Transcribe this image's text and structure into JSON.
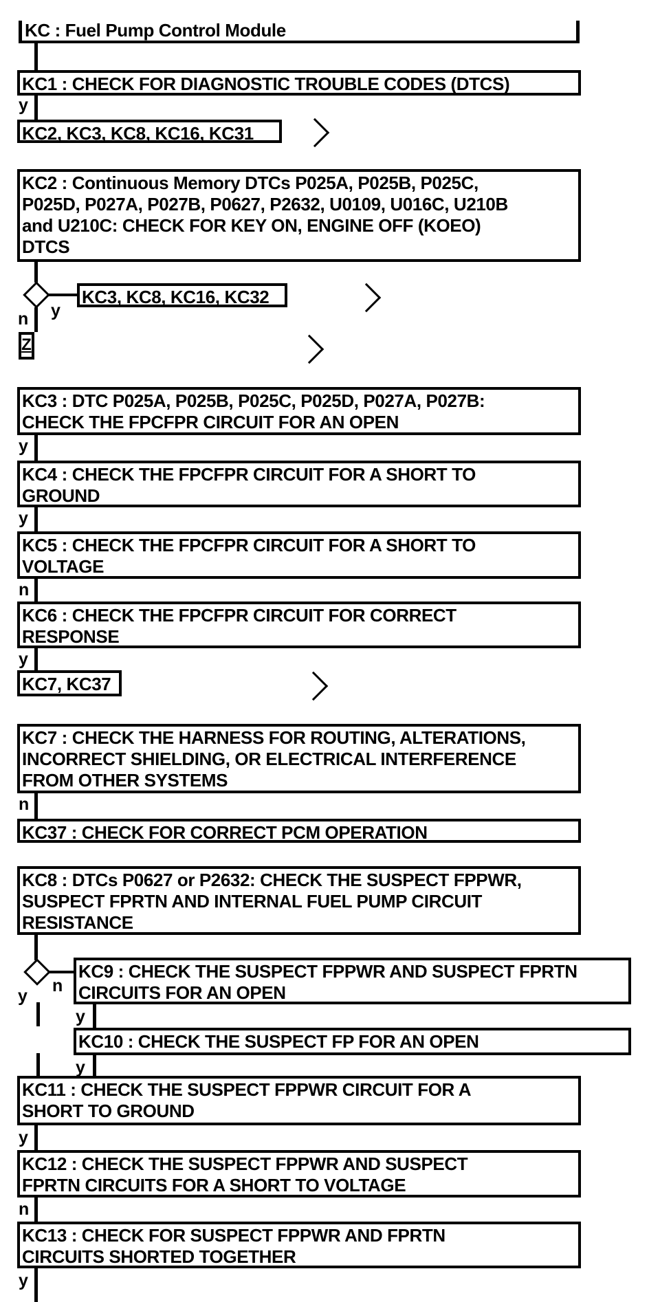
{
  "colors": {
    "ink": "#000000",
    "paper": "#ffffff"
  },
  "icons": {
    "continue_arrow": "chevron-right",
    "decision": "diamond"
  },
  "branch": {
    "yes": "y",
    "no": "n"
  },
  "offpage": {
    "z": "Z"
  },
  "title": {
    "label": "KC : Fuel Pump Control Module"
  },
  "nodes": {
    "kc1": {
      "label": "KC1 : CHECK FOR DIAGNOSTIC TROUBLE CODES (DTCS)"
    },
    "list1": {
      "label": "KC2, KC3, KC8, KC16, KC31"
    },
    "kc2": {
      "label": [
        "KC2 : Continuous Memory DTCs P025A, P025B, P025C,",
        "P025D, P027A, P027B, P0627, P2632, U0109, U016C, U210B",
        "and U210C: CHECK FOR KEY ON, ENGINE OFF (KOEO)",
        "DTCS"
      ]
    },
    "list2": {
      "label": "KC3, KC8, KC16, KC32"
    },
    "kc3": {
      "label": [
        "KC3 : DTC P025A, P025B, P025C, P025D, P027A, P027B:",
        "CHECK THE FPCFPR CIRCUIT FOR AN OPEN"
      ]
    },
    "kc4": {
      "label": [
        "KC4 : CHECK THE FPCFPR CIRCUIT FOR A SHORT TO",
        "GROUND"
      ]
    },
    "kc5": {
      "label": [
        "KC5 : CHECK THE FPCFPR CIRCUIT FOR A SHORT TO",
        "VOLTAGE"
      ]
    },
    "kc6": {
      "label": [
        "KC6 : CHECK THE FPCFPR CIRCUIT FOR CORRECT",
        "RESPONSE"
      ]
    },
    "list3": {
      "label": "KC7, KC37"
    },
    "kc7": {
      "label": [
        "KC7 : CHECK THE HARNESS FOR ROUTING, ALTERATIONS,",
        "INCORRECT SHIELDING, OR ELECTRICAL INTERFERENCE",
        "FROM OTHER SYSTEMS"
      ]
    },
    "kc37": {
      "label": "KC37 : CHECK FOR CORRECT PCM OPERATION"
    },
    "kc8": {
      "label": [
        "KC8 : DTCs P0627 or P2632: CHECK THE SUSPECT FPPWR,",
        "SUSPECT FPRTN AND INTERNAL FUEL PUMP CIRCUIT",
        "RESISTANCE"
      ]
    },
    "kc9": {
      "label": [
        "KC9 : CHECK THE SUSPECT FPPWR AND SUSPECT FPRTN",
        "CIRCUITS FOR AN OPEN"
      ]
    },
    "kc10": {
      "label": "KC10 : CHECK THE SUSPECT FP FOR AN OPEN"
    },
    "kc11": {
      "label": [
        "KC11 : CHECK THE SUSPECT FPPWR CIRCUIT FOR A",
        "SHORT TO GROUND"
      ]
    },
    "kc12": {
      "label": [
        "KC12 : CHECK THE SUSPECT FPPWR AND SUSPECT",
        "FPRTN CIRCUITS FOR A SHORT TO VOLTAGE"
      ]
    },
    "kc13": {
      "label": [
        "KC13 : CHECK FOR SUSPECT FPPWR AND FPRTN",
        "CIRCUITS SHORTED TOGETHER"
      ]
    }
  }
}
